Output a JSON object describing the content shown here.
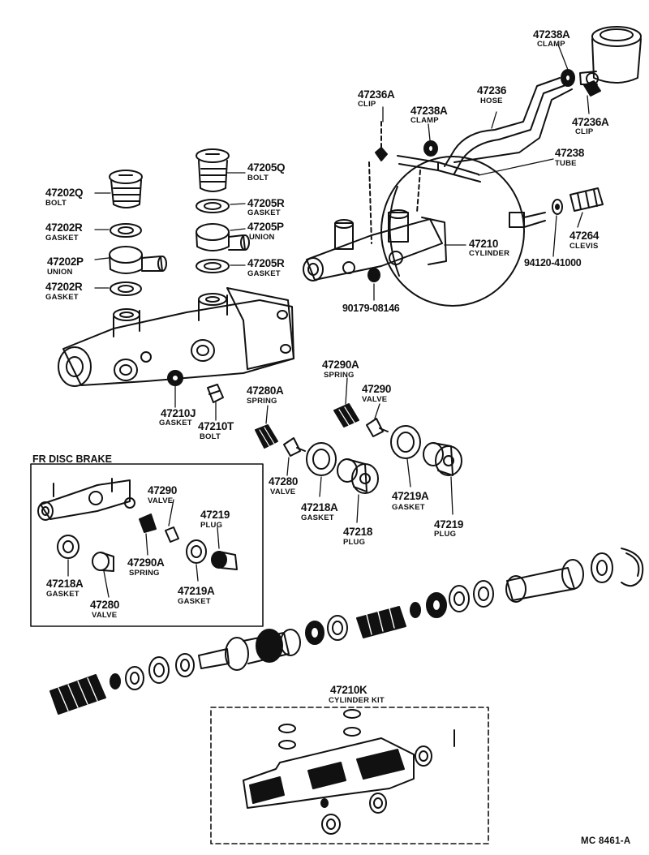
{
  "diagram": {
    "reference_code": "MC 8461-A",
    "inset_title": "FR DISC BRAKE",
    "parts": {
      "clamp_47238a_top": {
        "number": "47238A",
        "name": "CLAMP"
      },
      "hose_47236": {
        "number": "47236",
        "name": "HOSE"
      },
      "clip_47236a_top": {
        "number": "47236A",
        "name": "CLIP"
      },
      "clip_47236a_left": {
        "number": "47236A",
        "name": "CLIP"
      },
      "clamp_47238a_mid": {
        "number": "47238A",
        "name": "CLAMP"
      },
      "tube_47238": {
        "number": "47238",
        "name": "TUBE"
      },
      "bolt_47205q": {
        "number": "47205Q",
        "name": "BOLT"
      },
      "gasket_47205r_a": {
        "number": "47205R",
        "name": "GASKET"
      },
      "union_47205p": {
        "number": "47205P",
        "name": "UNION"
      },
      "gasket_47205r_b": {
        "number": "47205R",
        "name": "GASKET"
      },
      "bolt_47202q": {
        "number": "47202Q",
        "name": "BOLT"
      },
      "gasket_47202r_a": {
        "number": "47202R",
        "name": "GASKET"
      },
      "union_47202p": {
        "number": "47202P",
        "name": "UNION"
      },
      "gasket_47202r_b": {
        "number": "47202R",
        "name": "GASKET"
      },
      "cylinder_47210": {
        "number": "47210",
        "name": "CYLINDER"
      },
      "clevis_47264": {
        "number": "47264",
        "name": "CLEVIS"
      },
      "nut_94120": {
        "number": "94120-41000"
      },
      "nut_90179": {
        "number": "90179-08146"
      },
      "gasket_47210j": {
        "number": "47210J",
        "name": "GASKET"
      },
      "bolt_47210t": {
        "number": "47210T",
        "name": "BOLT"
      },
      "spring_47280a": {
        "number": "47280A",
        "name": "SPRING"
      },
      "valve_47280": {
        "number": "47280",
        "name": "VALVE"
      },
      "spring_47290a": {
        "number": "47290A",
        "name": "SPRING"
      },
      "valve_47290": {
        "number": "47290",
        "name": "VALVE"
      },
      "gasket_47218a": {
        "number": "47218A",
        "name": "GASKET"
      },
      "plug_47218": {
        "number": "47218",
        "name": "PLUG"
      },
      "gasket_47219a": {
        "number": "47219A",
        "name": "GASKET"
      },
      "plug_47219": {
        "number": "47219",
        "name": "PLUG"
      },
      "kit_47210k": {
        "number": "47210K",
        "name": "CYLINDER KIT"
      },
      "inset_valve_47290": {
        "number": "47290",
        "name": "VALVE"
      },
      "inset_plug_47219": {
        "number": "47219",
        "name": "PLUG"
      },
      "inset_spring_47290a": {
        "number": "47290A",
        "name": "SPRING"
      },
      "inset_gasket_47218a": {
        "number": "47218A",
        "name": "GASKET"
      },
      "inset_valve_47280": {
        "number": "47280",
        "name": "VALVE"
      },
      "inset_gasket_47219a": {
        "number": "47219A",
        "name": "GASKET"
      }
    }
  }
}
